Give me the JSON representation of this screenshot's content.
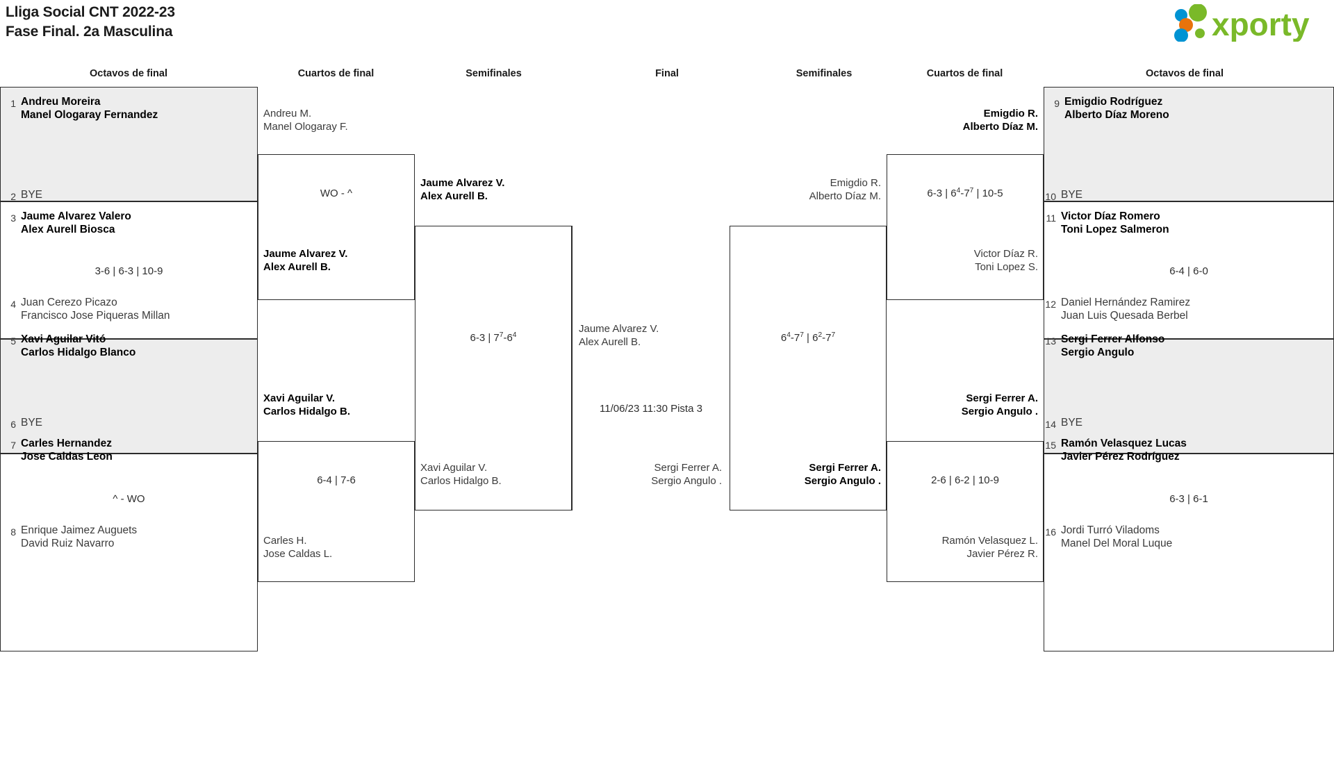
{
  "header": {
    "title_line1": "Lliga Social CNT 2022-23",
    "title_line2": "Fase Final. 2a Masculina",
    "logo_text": "xporty",
    "logo_colors": {
      "green": "#7AB929",
      "blue": "#0093D3",
      "orange": "#E8730C"
    }
  },
  "round_headers": {
    "r1_left": "Octavos de final",
    "r2_left": "Cuartos de final",
    "r3_left": "Semifinales",
    "final": "Final",
    "r3_right": "Semifinales",
    "r2_right": "Cuartos de final",
    "r1_right": "Octavos de final"
  },
  "left": {
    "octavos": [
      {
        "top": {
          "seed": "1",
          "line1": "Andreu Moreira",
          "line2": "Manel Ologaray Fernandez",
          "state": "winner"
        },
        "bottom": {
          "seed": "2",
          "line1": "BYE",
          "line2": "",
          "state": "bye"
        },
        "score": "",
        "shaded": true
      },
      {
        "top": {
          "seed": "3",
          "line1": "Jaume Alvarez Valero",
          "line2": "Alex Aurell Biosca",
          "state": "winner"
        },
        "bottom": {
          "seed": "4",
          "line1": "Juan Cerezo Picazo",
          "line2": "Francisco Jose Piqueras Millan",
          "state": "loser"
        },
        "score": "3-6 | 6-3 | 10-9",
        "shaded": false
      },
      {
        "top": {
          "seed": "5",
          "line1": "Xavi Aguilar Vitó",
          "line2": "Carlos Hidalgo Blanco",
          "state": "winner"
        },
        "bottom": {
          "seed": "6",
          "line1": "BYE",
          "line2": "",
          "state": "bye"
        },
        "score": "",
        "shaded": true
      },
      {
        "top": {
          "seed": "7",
          "line1": "Carles Hernandez",
          "line2": "Jose Caldas Leon",
          "state": "winner"
        },
        "bottom": {
          "seed": "8",
          "line1": "Enrique Jaimez Auguets",
          "line2": "David Ruiz Navarro",
          "state": "loser"
        },
        "score": "^ - WO",
        "shaded": false
      }
    ],
    "cuartos": [
      {
        "top": {
          "line1": "Andreu M.",
          "line2": "Manel Ologaray F.",
          "state": "loser"
        },
        "bottom": {
          "line1": "Jaume Alvarez V.",
          "line2": "Alex Aurell B.",
          "state": "winner"
        },
        "score": "WO - ^"
      },
      {
        "top": {
          "line1": "Xavi Aguilar V.",
          "line2": "Carlos Hidalgo B.",
          "state": "winner"
        },
        "bottom": {
          "line1": "Carles H.",
          "line2": "Jose Caldas L.",
          "state": "loser"
        },
        "score": "6-4 | 7-6"
      }
    ],
    "semifinal": {
      "top": {
        "line1": "Jaume Alvarez V.",
        "line2": "Alex Aurell B.",
        "state": "winner"
      },
      "bottom": {
        "line1": "Xavi Aguilar V.",
        "line2": "Carlos Hidalgo B.",
        "state": "loser"
      },
      "score_html": "6-3 | 7<sup>7</sup>-6<sup>4</sup>",
      "score_text": "6-3 | 7(7)-6(4)"
    }
  },
  "final": {
    "top": {
      "line1": "Jaume Alvarez V.",
      "line2": "Alex Aurell B.",
      "state": "loser"
    },
    "bottom": {
      "line1": "Sergi Ferrer A.",
      "line2": "Sergio Angulo .",
      "state": "loser"
    },
    "score": "11/06/23 11:30 Pista 3"
  },
  "right": {
    "semifinal": {
      "top": {
        "line1": "Emigdio R.",
        "line2": "Alberto Díaz M.",
        "state": "loser"
      },
      "bottom": {
        "line1": "Sergi Ferrer A.",
        "line2": "Sergio Angulo .",
        "state": "winner"
      },
      "score_html": "6<sup>4</sup>-7<sup>7</sup> | 6<sup>2</sup>-7<sup>7</sup>",
      "score_text": "6(4)-7(7) | 6(2)-7(7)"
    },
    "cuartos": [
      {
        "top": {
          "line1": "Emigdio R.",
          "line2": "Alberto Díaz M.",
          "state": "winner"
        },
        "bottom": {
          "line1": "Victor Díaz R.",
          "line2": "Toni Lopez S.",
          "state": "loser"
        },
        "score_html": "6-3 | 6<sup>4</sup>-7<sup>7</sup> | 10-5",
        "score_text": "6-3 | 6(4)-7(7) | 10-5"
      },
      {
        "top": {
          "line1": "Sergi Ferrer A.",
          "line2": "Sergio Angulo .",
          "state": "winner"
        },
        "bottom": {
          "line1": "Ramón Velasquez L.",
          "line2": "Javier Pérez R.",
          "state": "loser"
        },
        "score_html": "2-6 | 6-2 | 10-9",
        "score_text": "2-6 | 6-2 | 10-9"
      }
    ],
    "octavos": [
      {
        "top": {
          "seed": "9",
          "line1": "Emigdio Rodríguez",
          "line2": "Alberto Díaz Moreno",
          "state": "winner"
        },
        "bottom": {
          "seed": "10",
          "line1": "BYE",
          "line2": "",
          "state": "bye"
        },
        "score": "",
        "shaded": true
      },
      {
        "top": {
          "seed": "11",
          "line1": "Victor Díaz Romero",
          "line2": "Toni Lopez Salmeron",
          "state": "winner"
        },
        "bottom": {
          "seed": "12",
          "line1": "Daniel Hernández Ramirez",
          "line2": "Juan Luis Quesada Berbel",
          "state": "loser"
        },
        "score": "6-4 | 6-0",
        "shaded": false
      },
      {
        "top": {
          "seed": "13",
          "line1": "Sergi Ferrer Alfonso",
          "line2": "Sergio Angulo",
          "state": "winner"
        },
        "bottom": {
          "seed": "14",
          "line1": "BYE",
          "line2": "",
          "state": "bye"
        },
        "score": "",
        "shaded": true
      },
      {
        "top": {
          "seed": "15",
          "line1": "Ramón Velasquez Lucas",
          "line2": "Javier Pérez Rodríguez",
          "state": "winner"
        },
        "bottom": {
          "seed": "16",
          "line1": "Jordi Turró Viladoms",
          "line2": "Manel Del Moral Luque",
          "state": "loser"
        },
        "score": "6-3 | 6-1",
        "shaded": false
      }
    ]
  }
}
